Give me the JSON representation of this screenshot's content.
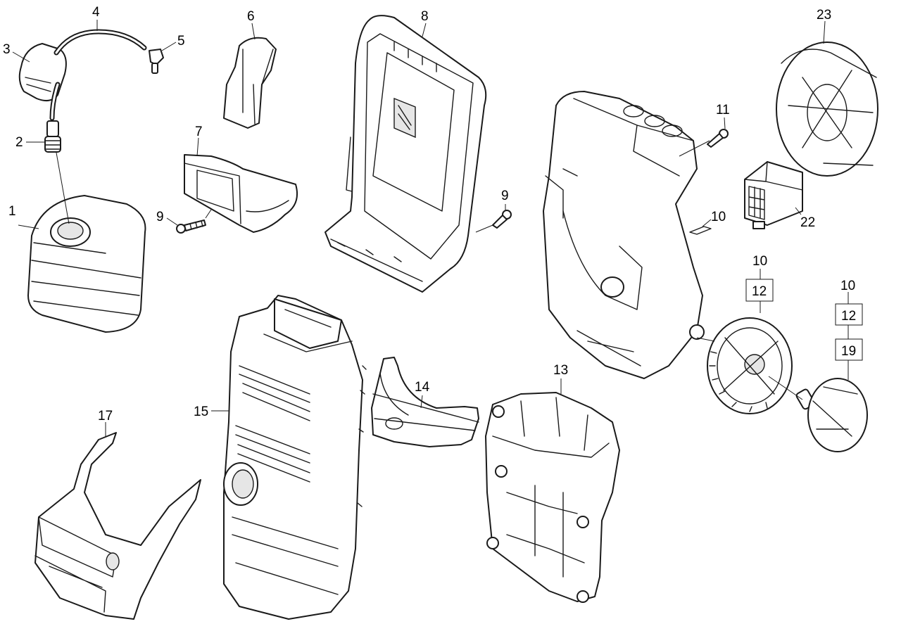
{
  "labels": {
    "l1": "1",
    "l2": "2",
    "l3": "3",
    "l4": "4",
    "l5": "5",
    "l6": "6",
    "l7": "7",
    "l8": "8",
    "l9a": "9",
    "l9b": "9",
    "l10a": "10",
    "l10b": "10",
    "l10c": "10",
    "l11": "11",
    "l12a": "12",
    "l12b": "12",
    "l13": "13",
    "l14": "14",
    "l15": "15",
    "l17": "17",
    "l19": "19",
    "l22": "22",
    "l23": "23"
  },
  "colors": {
    "line": "#1a1a1a",
    "fill": "#ffffff",
    "shade": "#e6e6e6"
  }
}
